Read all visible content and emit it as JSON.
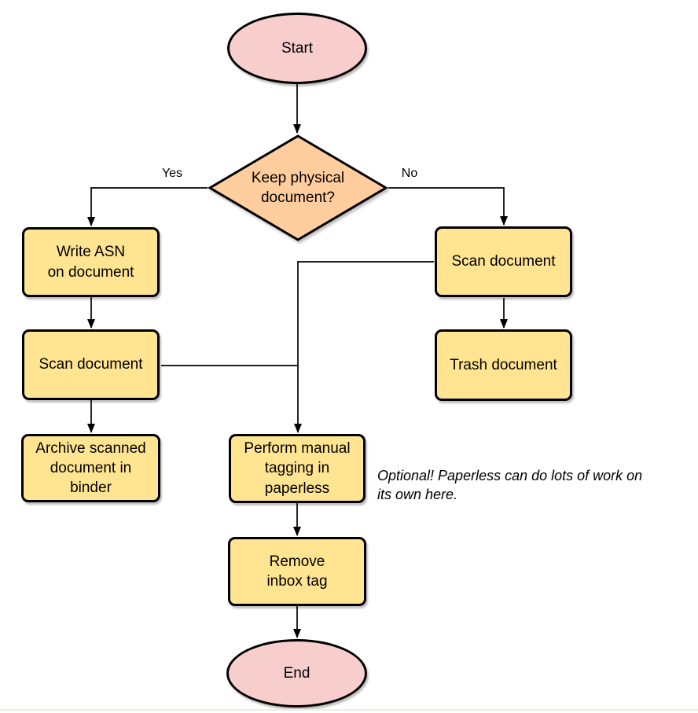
{
  "diagram": {
    "nodes": [
      {
        "id": "start",
        "type": "terminator",
        "label": "Start"
      },
      {
        "id": "decision",
        "type": "decision",
        "label": "Keep physical\ndocument?"
      },
      {
        "id": "write-asn",
        "type": "process",
        "label": "Write ASN\non document"
      },
      {
        "id": "scan-left",
        "type": "process",
        "label": "Scan document"
      },
      {
        "id": "archive",
        "type": "process",
        "label": "Archive scanned\ndocument in\nbinder"
      },
      {
        "id": "scan-right",
        "type": "process",
        "label": "Scan document"
      },
      {
        "id": "trash",
        "type": "process",
        "label": "Trash document"
      },
      {
        "id": "perform-tagging",
        "type": "process",
        "label": "Perform manual\ntagging in\npaperless"
      },
      {
        "id": "remove-inbox",
        "type": "process",
        "label": "Remove\ninbox tag"
      },
      {
        "id": "end",
        "type": "terminator",
        "label": "End"
      }
    ],
    "edge_labels": {
      "yes": "Yes",
      "no": "No"
    },
    "annotation": "Optional! Paperless can do lots of work on\nits own here.",
    "colors": {
      "terminator_fill": "#F8CECC",
      "decision_fill": "#FFCD9E",
      "process_fill": "#FFE492",
      "stroke": "#000000"
    }
  }
}
